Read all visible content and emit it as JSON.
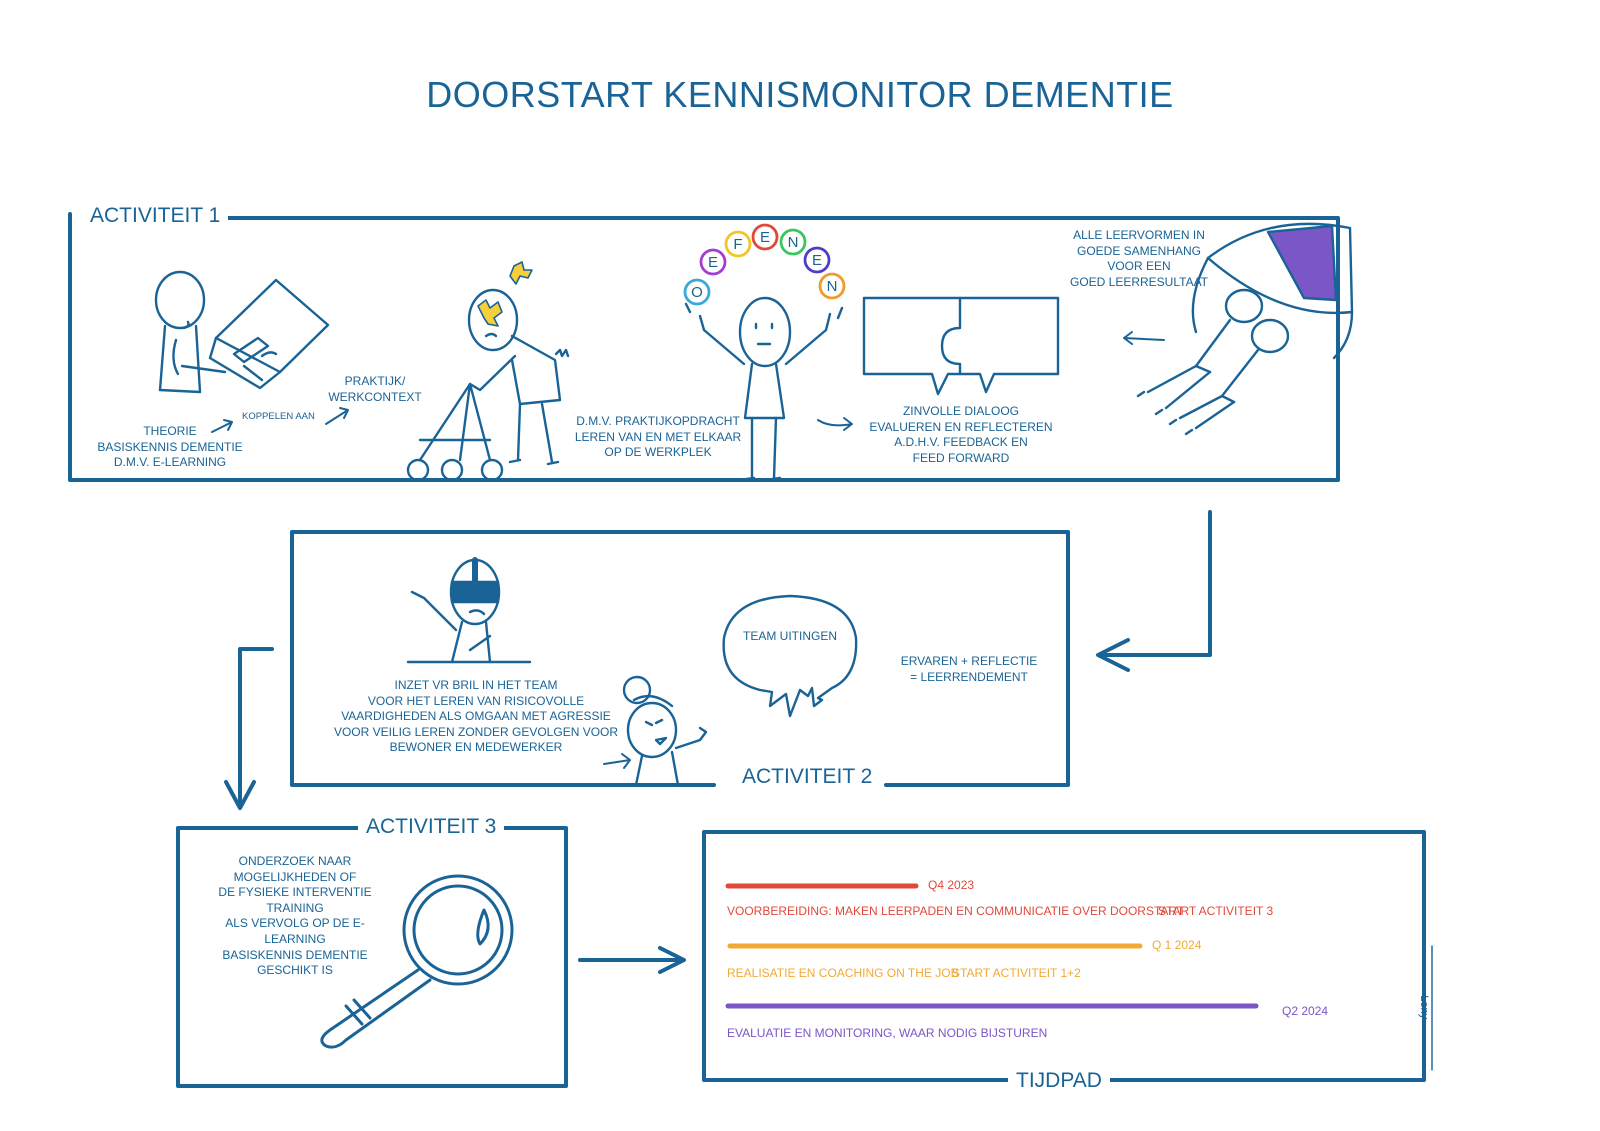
{
  "title": "DOORSTART KENNISMONITOR DEMENTIE",
  "colors": {
    "primary": "#1a6396",
    "q4": "#e2483a",
    "q1": "#f2a935",
    "q2": "#7a56c6",
    "oefenen": [
      "#38a9d9",
      "#a43dd1",
      "#f2c526",
      "#e2483a",
      "#39c75d",
      "#4b3ec9",
      "#f29a2e"
    ]
  },
  "activiteit1": {
    "header": "ACTIVITEIT 1",
    "theorie": "THEORIE\nBASISKENNIS DEMENTIE\nD.M.V. E-LEARNING",
    "koppelen": "KOPPELEN AAN",
    "praktijk": "PRAKTIJK/\nWERKCONTEXT",
    "praktijkopdracht": "D.M.V. PRAKTIJKOPDRACHT\nLEREN VAN EN MET ELKAAR\nOP DE WERKPLEK",
    "oefenen_letters": [
      "O",
      "E",
      "F",
      "E",
      "N",
      "E",
      "N"
    ],
    "dialoog": "ZINVOLLE DIALOOG\nEVALUEREN EN REFLECTEREN\nA.D.H.V. FEEDBACK EN\nFEED FORWARD",
    "leervormen": "ALLE LEERVORMEN IN\nGOEDE SAMENHANG\nVOOR EEN\nGOED LEERRESULTAAT",
    "icons": [
      "learner-at-laptop-icon",
      "person-with-walker-icon",
      "juggler-icon",
      "puzzle-speech-bubbles-icon",
      "parachute-duo-icon"
    ]
  },
  "activiteit2": {
    "header": "ACTIVITEIT 2",
    "vr": "INZET VR BRIL IN HET TEAM\nVOOR HET LEREN VAN RISICOVOLLE\nVAARDIGHEDEN ALS OMGAAN MET AGRESSIE\nVOOR VEILIG LEREN ZONDER GEVOLGEN VOOR\nBEWONER EN MEDEWERKER",
    "team": "TEAM UITINGEN",
    "ervaren": "ERVAREN + REFLECTIE\n= LEERRENDEMENT",
    "icons": [
      "vr-headset-person-icon",
      "angry-person-icon",
      "speech-bubble-icon"
    ]
  },
  "activiteit3": {
    "header": "ACTIVITEIT 3",
    "onderzoek": "ONDERZOEK NAAR\nMOGELIJKHEDEN OF\nDE FYSIEKE INTERVENTIE\nTRAINING\nALS VERVOLG OP DE E-LEARNING\nBASISKENNIS DEMENTIE\nGESCHIKT IS",
    "icons": [
      "magnifying-glass-icon"
    ]
  },
  "tijdpad": {
    "header": "TIJDPAD",
    "rows": [
      {
        "period": "Q4 2023",
        "label": "VOORBEREIDING: MAKEN LEERPADEN EN COMMUNICATIE OVER DOORSTART",
        "extra": "START ACTIVITEIT 3",
        "color": "#e2483a"
      },
      {
        "period": "Q 1 2024",
        "label": "REALISATIE EN COACHING ON THE JOB",
        "extra": "START ACTIVITEIT 1+2",
        "color": "#f2a935"
      },
      {
        "period": "Q2 2024",
        "label": "EVALUATIE EN MONITORING, WAAR NODIG BIJSTUREN",
        "extra": "",
        "color": "#7a56c6"
      }
    ]
  },
  "signature": "Leny"
}
